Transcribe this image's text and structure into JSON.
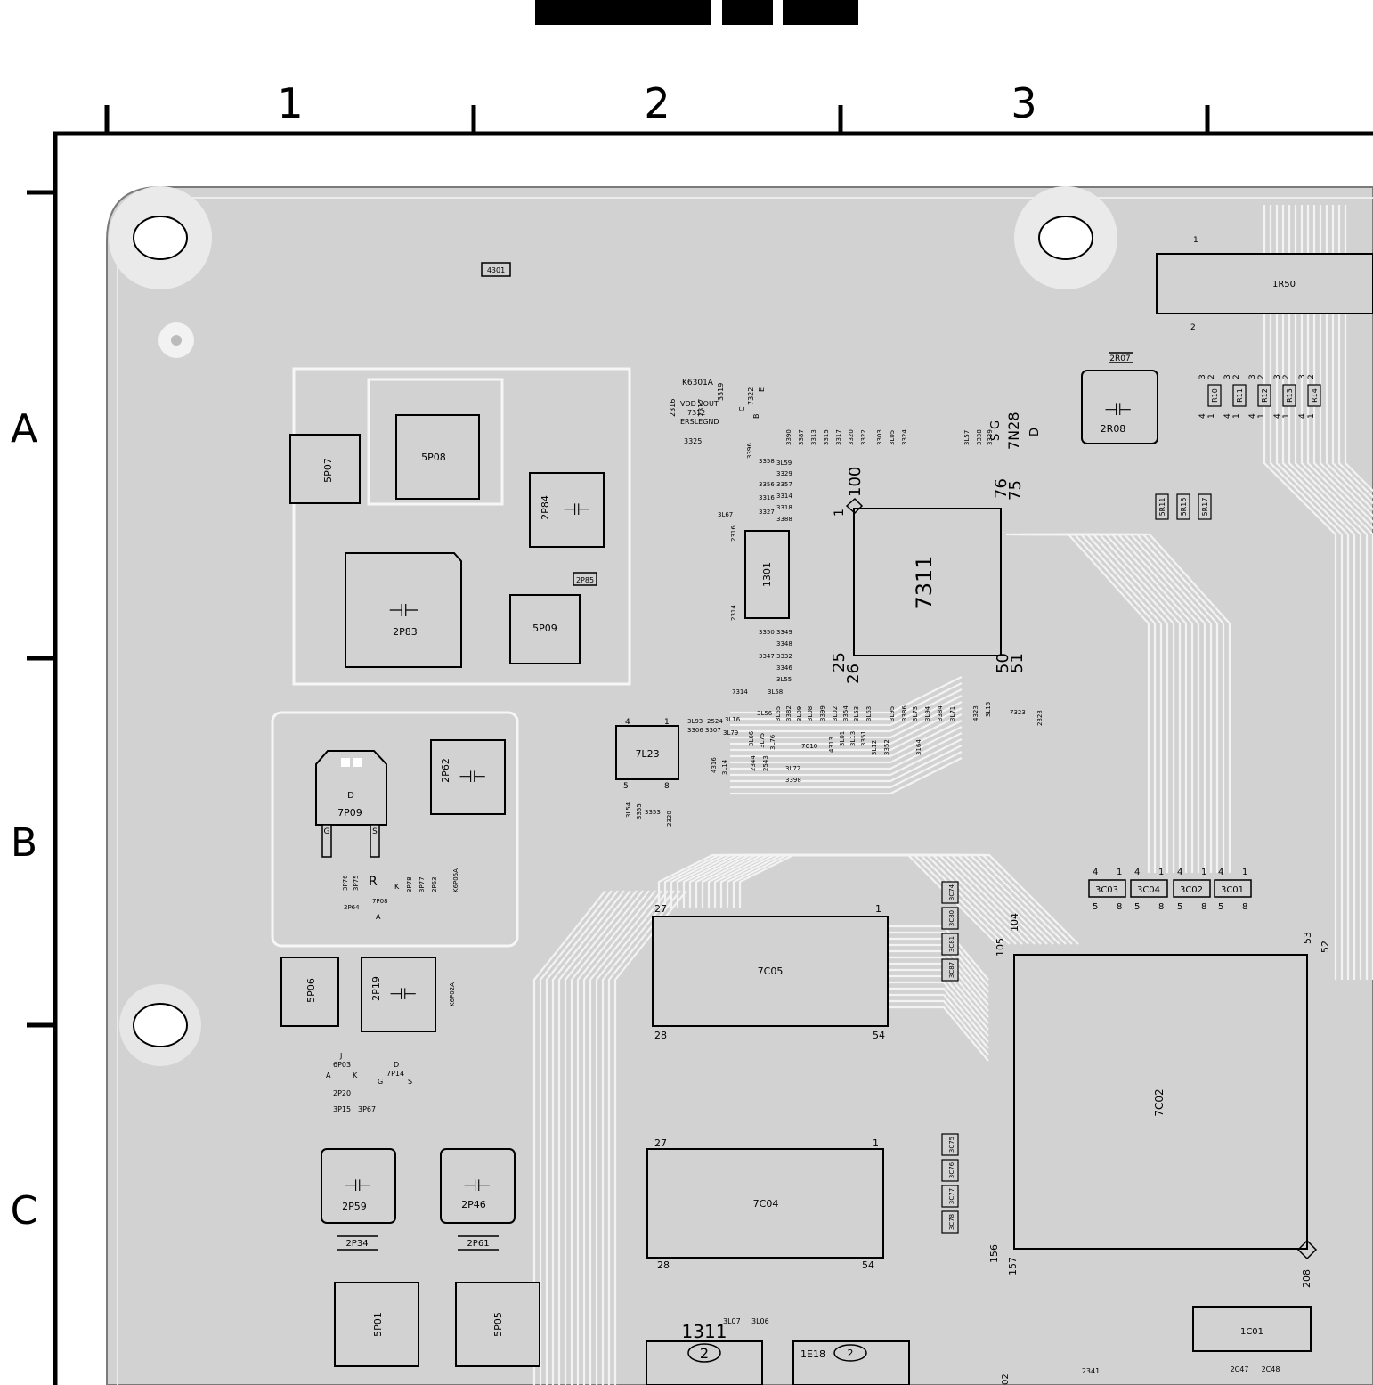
{
  "grid": {
    "columns": [
      "1",
      "2",
      "3"
    ],
    "rows": [
      "A",
      "B",
      "C"
    ]
  },
  "large_ics": {
    "u7311": "7311",
    "u7c02": "7C02",
    "u7c05": "7C05",
    "u7c04": "7C04",
    "u7l23": "7L23",
    "u1301": "1301",
    "u7p09": "7P09",
    "u7p09_d": "D",
    "u7p09_g": "G",
    "u7p09_s": "S"
  },
  "pin_numbers": {
    "u7311_p1": "1",
    "u7311_p100": "100",
    "u7311_p76": "76",
    "u7311_p75": "75",
    "u7311_p25": "25",
    "u7311_p26": "26",
    "u7311_p50": "50",
    "u7311_p51": "51",
    "u7c02_p104": "104",
    "u7c02_p105": "105",
    "u7c02_p53": "53",
    "u7c02_p52": "52",
    "u7c02_p156": "156",
    "u7c02_p157": "157",
    "u7c02_p208": "208",
    "u7c05_p27": "27",
    "u7c05_p1": "1",
    "u7c05_p28": "28",
    "u7c05_p54": "54",
    "u7c04_p27": "27",
    "u7c04_p1": "1",
    "u7c04_p28": "28",
    "u7c04_p54": "54",
    "u7l23_p4": "4",
    "u7l23_p1": "1",
    "u7l23_p5": "5",
    "u7l23_p8": "8",
    "r1r50_p1": "1",
    "r1r50_p2": "2"
  },
  "power_parts": {
    "c2p83": "2P83",
    "c2p84": "2P84",
    "c2p85": "2P85",
    "l5p07": "5P07",
    "l5p08": "5P08",
    "l5p09": "5P09",
    "c2p62": "2P62",
    "l5p06": "5P06",
    "c2p19": "2P19",
    "c2p59": "2P59",
    "c2p46": "2P46",
    "c2p34": "2P34",
    "c2p61": "2P61",
    "l5p01": "5P01",
    "l5p05": "5P05",
    "c2r07": "2R07",
    "c2r08": "2R08",
    "j4301": "4301",
    "x1r50": "1R50",
    "x1c01": "1C01",
    "x1311": "1311",
    "x1311_pin": "2",
    "x1e18": "1E18",
    "x1e18_pin": "2",
    "c2c47": "2C47",
    "c2c48": "2C48",
    "c2341": "2341"
  },
  "resistor_arrays": {
    "n3c03": "3C03",
    "n3c04": "3C04",
    "n3c02": "3C02",
    "n3c01": "3C01",
    "n_pin4": "4",
    "n_pin1": "1",
    "n_pin5": "5",
    "n_pin8": "8",
    "r1_a": "R10",
    "r1_b": "R11",
    "r1_c": "R12",
    "r1_d": "R13",
    "r1_e": "R14",
    "r_pin3": "3",
    "r_pin2": "2",
    "r_pin4": "4",
    "r_pin1": "1",
    "r5r11": "5R11",
    "r5r15": "5R15",
    "r5r17": "5R17",
    "r3c_a": "3C74",
    "r3c_b": "3C80",
    "r3c_c": "3C81",
    "r3c_d": "3C87",
    "r3c_e": "3C75",
    "r3c_f": "3C76",
    "r3c_g": "3C77",
    "r3c_h": "3C78"
  },
  "small_parts": {
    "k6301": "K6301A",
    "vdd": "VDD VOUT",
    "q7312": "7312",
    "ersle": "ERSLEGND",
    "c2316a": "2316",
    "c2317": "2317",
    "r3319": "3319",
    "q7322": "7322",
    "q7322_c": "C",
    "q7322_b": "B",
    "q7322_e": "E",
    "r3325": "3325",
    "r3396": "3396",
    "r3358": "3358",
    "r3l59": "3L59",
    "r3329": "3329",
    "r3356": "3356",
    "r3357": "3357",
    "r3316": "3316",
    "r3314": "3314",
    "r3327": "3327",
    "r3318": "3318",
    "r3388": "3388",
    "r3l67": "3L67",
    "c2316b": "2316",
    "c2314": "2314",
    "r3390": "3390",
    "r3387": "3387",
    "r3313": "3313",
    "r3315": "3315",
    "r3317": "3317",
    "r3320": "3320",
    "r3322": "3322",
    "r3303": "3303",
    "r3l05": "3L05",
    "r3324": "3324",
    "r3l57": "3L57",
    "r3338": "3338",
    "r3339": "3339",
    "q7n28": "7N28",
    "q7n28_s": "S",
    "q7n28_g": "G",
    "q7n28_d": "D",
    "r3350": "3350",
    "r3349": "3349",
    "r3348": "3348",
    "r3347": "3347",
    "r3332": "3332",
    "r3346": "3346",
    "r3l55": "3L55",
    "r3l58": "3L58",
    "q7314": "7314",
    "r3l56": "3L56",
    "r3l65": "3L65",
    "r3382": "3382",
    "r3l09": "3L09",
    "r3l08": "3L08",
    "r3399": "3399",
    "r3l02": "3L02",
    "r3354": "3354",
    "r3l53": "3L53",
    "r3l63": "3L63",
    "r3l95": "3L95",
    "r3386": "3386",
    "r3l73": "3L73",
    "r3l94": "3L94",
    "r3384": "3384",
    "r3l71": "3L71",
    "r4323": "4323",
    "r3l15": "3L15",
    "q7323": "7323",
    "c2323": "2323",
    "r3l93": "3L93",
    "c2524": "2524",
    "r3l16": "3L16",
    "r3306": "3306",
    "r3307": "3307",
    "r3l79": "3L79",
    "r3l66": "3L66",
    "r3l75": "3L75",
    "r3l76": "3L76",
    "c2344": "2344",
    "c2543": "2543",
    "r4313": "4313",
    "r3l01": "3L01",
    "r3l13": "3L13",
    "r3351": "3351",
    "r3l12": "3L12",
    "r3352": "3352",
    "r3164": "3164",
    "q7c10": "7C10",
    "r4316": "4316",
    "r3l14": "3L14",
    "r3l72": "3L72",
    "r3398": "3398",
    "r3l54": "3L54",
    "r3355": "3355",
    "r3353": "3353",
    "c2320": "2320",
    "r3p76": "3P76",
    "r3p75": "3P75",
    "c2p64": "2P64",
    "d7p08": "7P08",
    "d7p08_r": "R",
    "d7p08_k": "K",
    "d7p08_a": "A",
    "r3p78": "3P78",
    "r3p77": "3P77",
    "c2p63": "2P63",
    "k6p05": "K6P05A",
    "k6p02": "K6P02A",
    "d6p03": "6P03",
    "d6p03_j": "J",
    "d6p03_a": "A",
    "d6p03_k": "K",
    "q7p14": "7P14",
    "q7p14_d": "D",
    "q7p14_g": "G",
    "q7p14_s": "S",
    "c2p20": "2P20",
    "r3p15": "3P15",
    "r3p67": "3P67",
    "r3l07": "3L07",
    "r3l06": "3L06",
    "c2c_bot": "02"
  }
}
